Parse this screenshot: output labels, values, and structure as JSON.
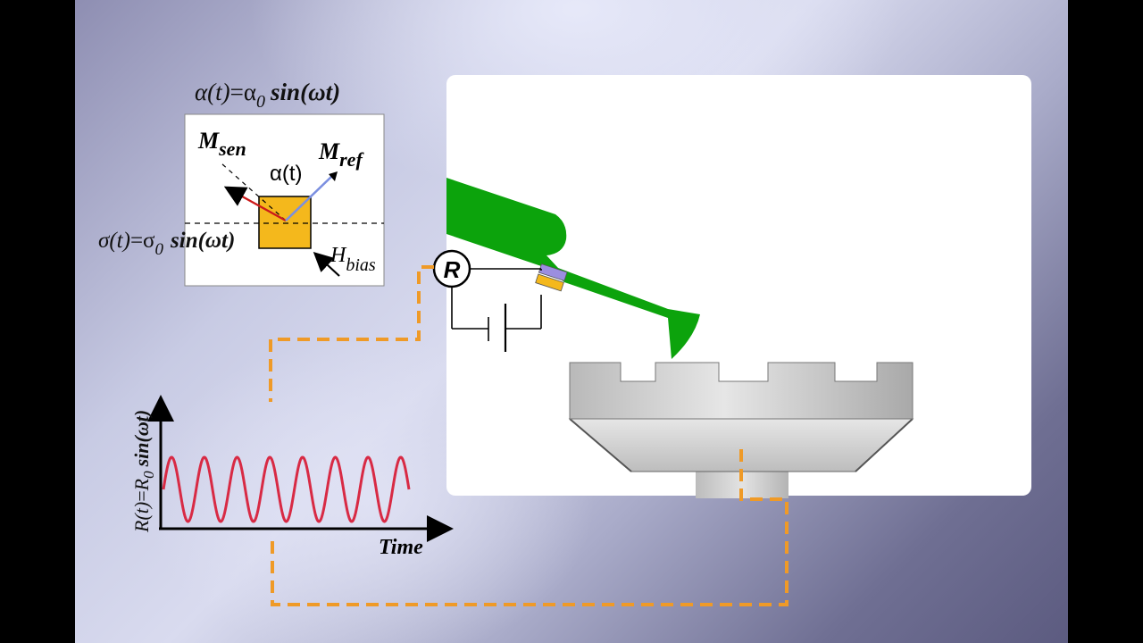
{
  "equations": {
    "alpha_lhs": "α(t)",
    "alpha_eq": "=",
    "alpha_0": "α",
    "alpha_0_sub": "0",
    "alpha_rhs": "sin(ωt)",
    "sigma_lhs": "σ(t)",
    "sigma_eq": "=",
    "sigma_0": "σ",
    "sigma_0_sub": "0",
    "sigma_rhs": "sin(ωt)",
    "r_lhs": "R(t)",
    "r_eq": "=",
    "r_0": "R",
    "r_0_sub": "0",
    "r_rhs": "sin(ωt)"
  },
  "labels": {
    "m_sen": "M",
    "m_sen_sub": "sen",
    "m_ref": "M",
    "m_ref_sub": "ref",
    "alpha_t": "α(t)",
    "h_bias": "H",
    "h_bias_sub": "bias",
    "resistor": "R",
    "time_axis": "Time"
  },
  "colors": {
    "frame_bg": "#000000",
    "panel_bg": "#ffffff",
    "cantilever": "#0ca30c",
    "sensor_yellow": "#f4b81c",
    "sensor_purple": "#9b8ee0",
    "wire_orange": "#ef9a27",
    "signal_red": "#d82a44",
    "m_sen_arrow": "#cc1a1a",
    "m_ref_arrow": "#7b8fe0",
    "platter_gray": "#c7c7c7"
  },
  "signal": {
    "cycles": 7.5,
    "shape": "sine"
  }
}
